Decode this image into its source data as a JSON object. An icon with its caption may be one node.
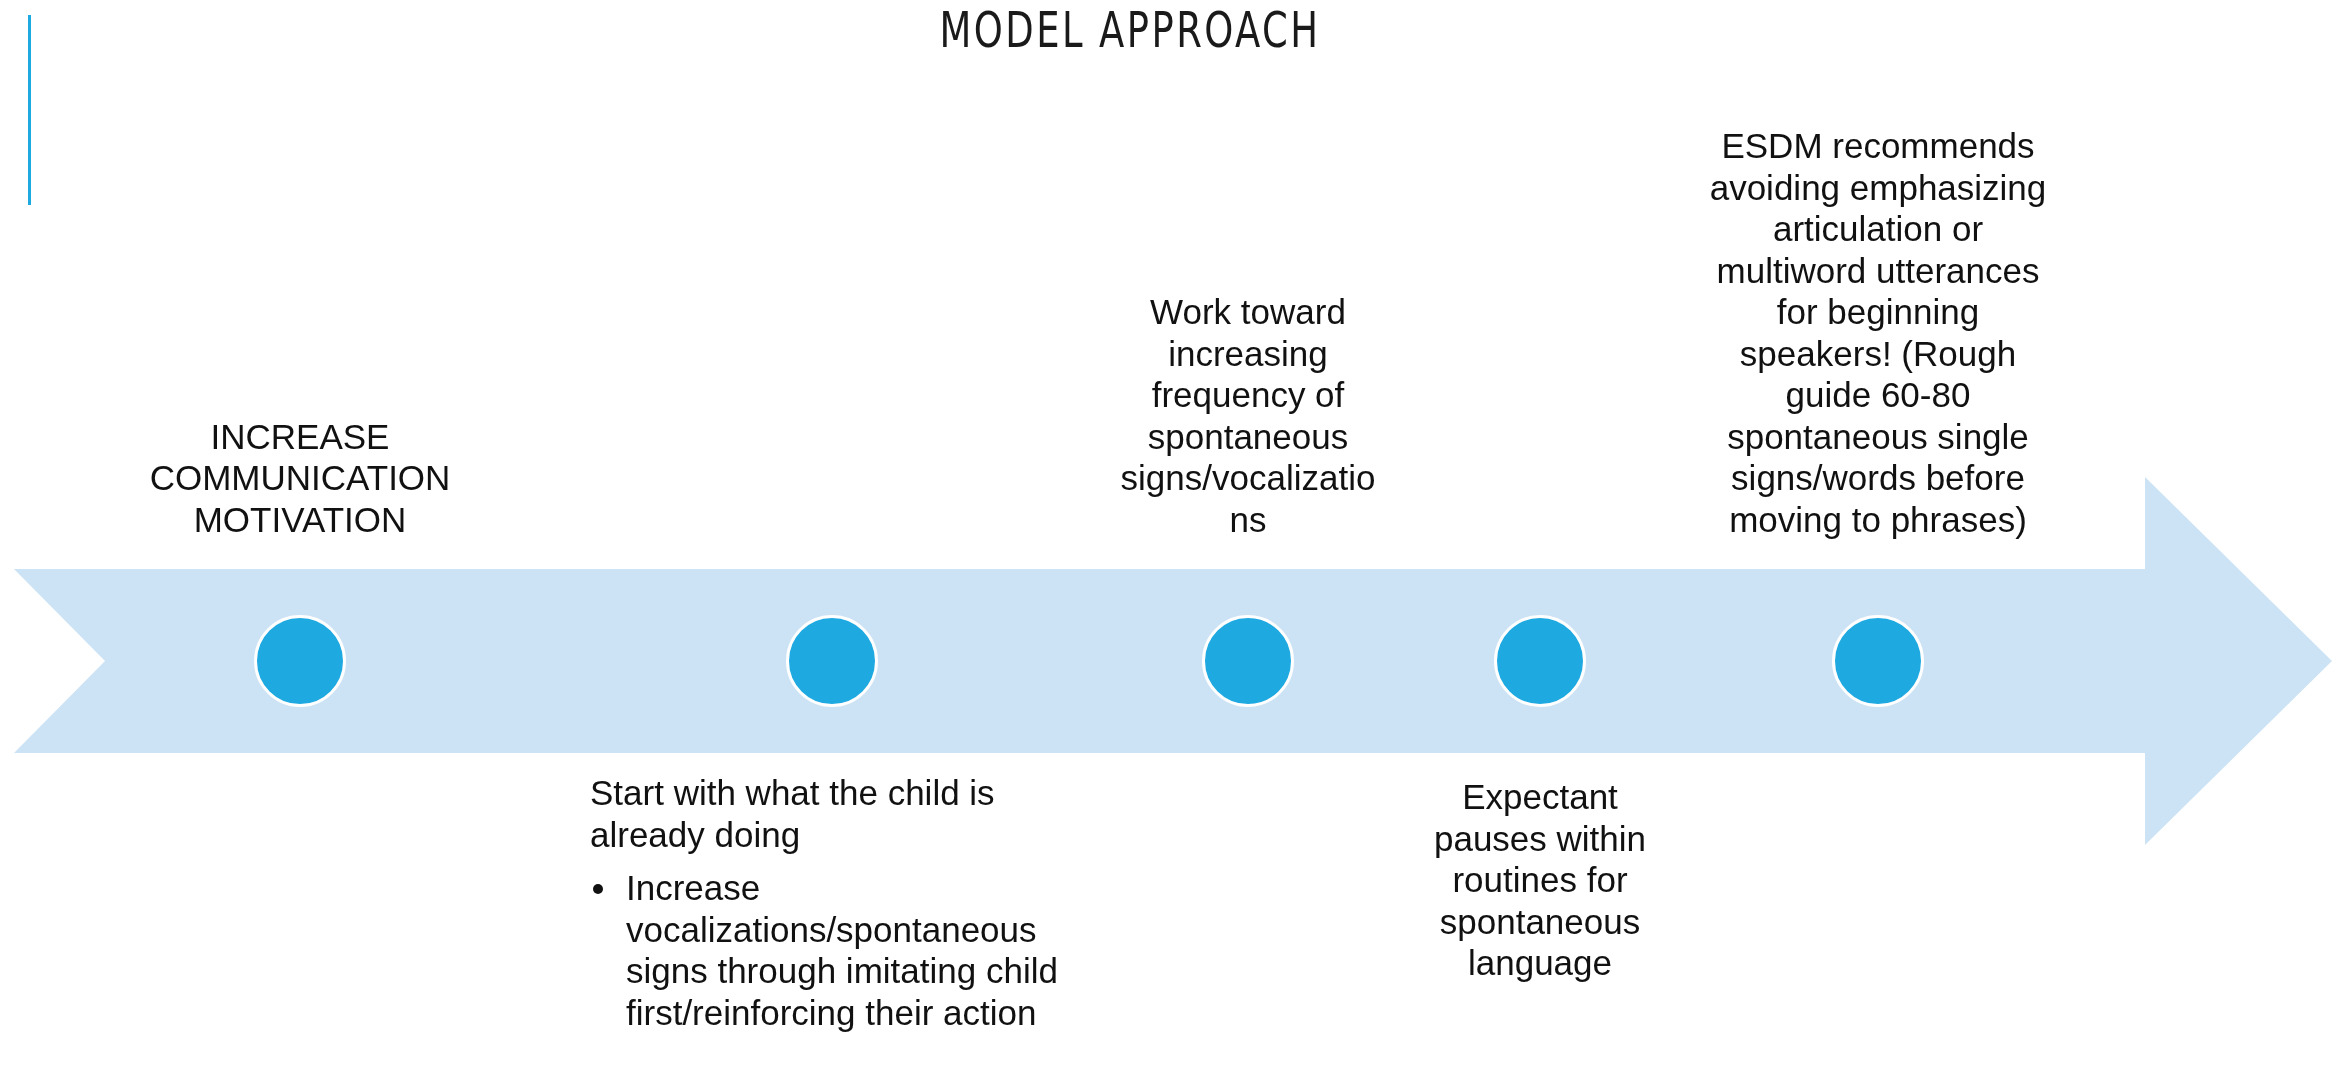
{
  "diagram": {
    "title": "MODEL APPROACH",
    "nodes": [
      {
        "text": [],
        "shape": "circle",
        "beside": [
          "INCREASE COMMUNICATION MOTIVATION"
        ]
      },
      {
        "text": [],
        "shape": "circle",
        "beside": [
          "Start with what the child is already doing",
          "Increase vocalizations/spontaneous signs through imitating child first/reinforcing their action"
        ]
      },
      {
        "text": [],
        "shape": "circle",
        "beside": [
          "Work toward increasing frequency of spontaneous signs/vocalizations"
        ]
      },
      {
        "text": [],
        "shape": "circle",
        "beside": [
          "Expectant pauses within routines for spontaneous language"
        ]
      },
      {
        "text": [],
        "shape": "circle",
        "beside": [
          "ESDM recommends avoiding emphasizing articulation or multiword utterances for beginning speakers! (Rough guide 60-80 spontaneous single signs/words before moving to phrases)"
        ]
      }
    ]
  }
}
